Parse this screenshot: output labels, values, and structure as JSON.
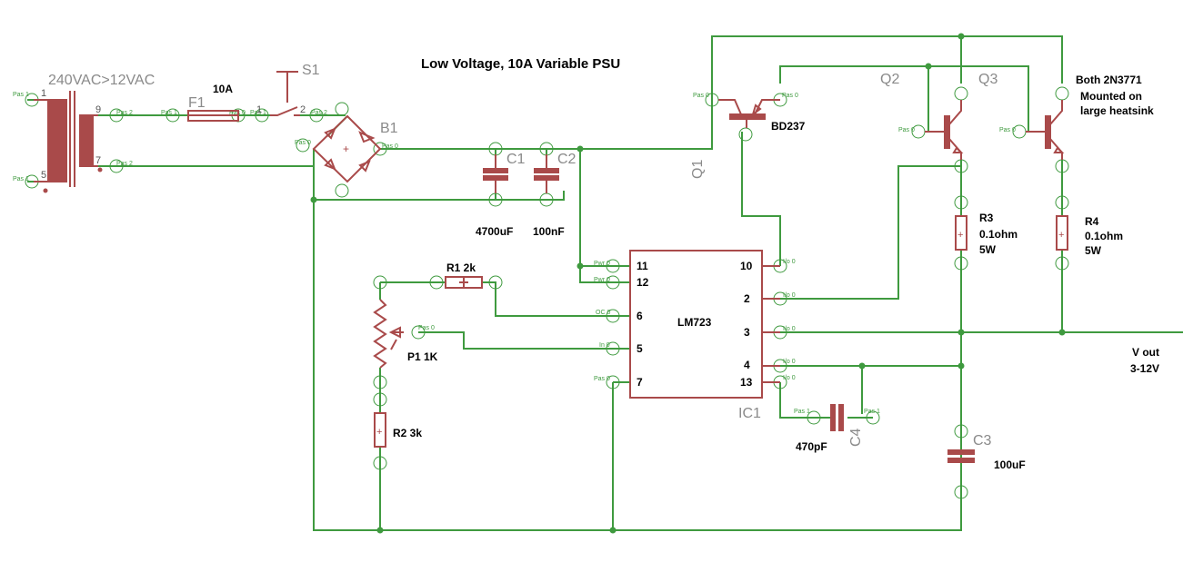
{
  "title": "Low Voltage, 10A Variable PSU",
  "transformer": {
    "label": "240VAC>12VAC",
    "pins": [
      "1",
      "5",
      "9",
      "7"
    ]
  },
  "fuse": {
    "name": "F1",
    "rating": "10A",
    "pins": [
      "1",
      "2"
    ]
  },
  "switch": {
    "name": "S1",
    "pins": [
      "1",
      "2"
    ]
  },
  "bridge": {
    "name": "B1",
    "plus": "+"
  },
  "capacitors": {
    "c1": {
      "name": "C1",
      "value": "4700uF"
    },
    "c2": {
      "name": "C2",
      "value": "100nF"
    },
    "c3": {
      "name": "C3",
      "value": "100uF"
    },
    "c4": {
      "name": "C4",
      "value": "470pF"
    }
  },
  "resistors": {
    "r1": {
      "label": "R1 2k"
    },
    "r2": {
      "label": "R2 3k"
    },
    "r3": {
      "name": "R3",
      "value": "0.1ohm",
      "power": "5W"
    },
    "r4": {
      "name": "R4",
      "value": "0.1ohm",
      "power": "5W"
    }
  },
  "pot": {
    "label": "P1 1K"
  },
  "transistors": {
    "q1": {
      "name": "Q1",
      "part": "BD237"
    },
    "q2": {
      "name": "Q2"
    },
    "q3": {
      "name": "Q3"
    },
    "note_lines": [
      "Both 2N3771",
      "Mounted on",
      "large heatsink"
    ]
  },
  "ic": {
    "name": "IC1",
    "part": "LM723",
    "left_pins": [
      "11",
      "12",
      "6",
      "5",
      "7"
    ],
    "right_pins": [
      "10",
      "2",
      "3",
      "4",
      "13"
    ]
  },
  "output": {
    "label": "V out",
    "range": "3-12V"
  },
  "tiny_labels": {
    "pas1": "Pas 1",
    "pas2": "Pas 2",
    "pas0": "Pas 0",
    "pwr": "Pwr 0",
    "oc": "OC 0",
    "in": "In 0",
    "io": "I/o 0"
  }
}
